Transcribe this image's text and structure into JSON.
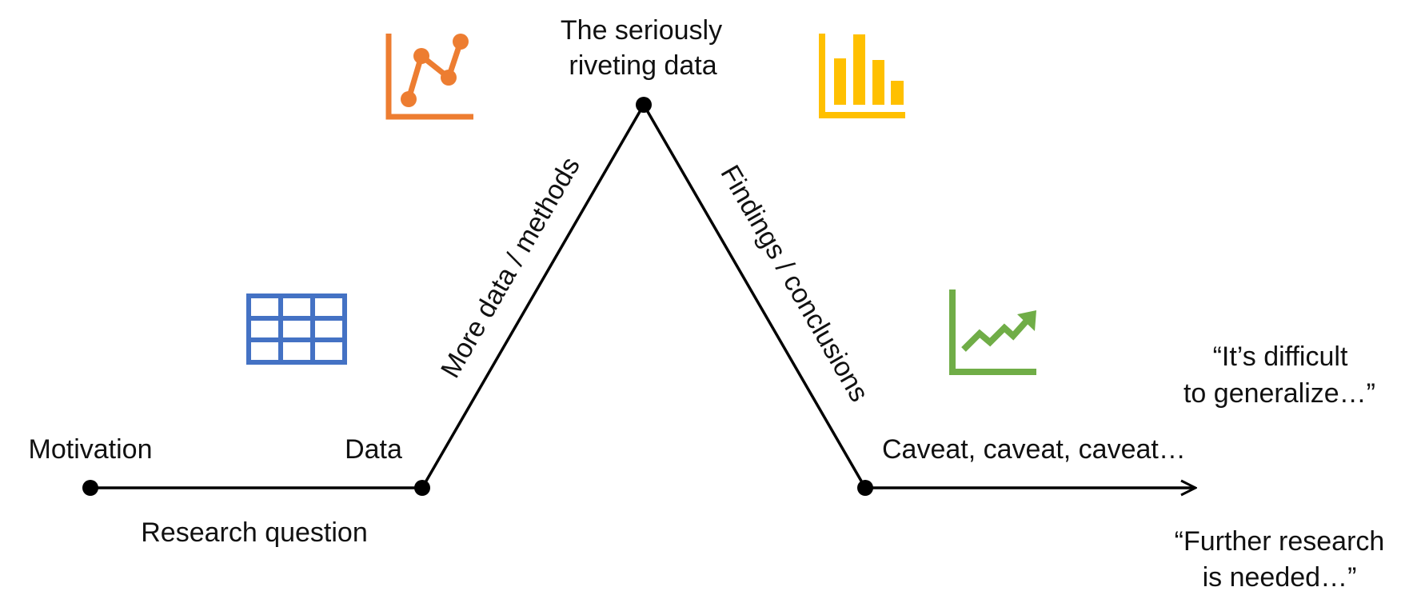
{
  "labels": {
    "motivation": "Motivation",
    "research_question": "Research question",
    "data": "Data",
    "more_data_methods": "More data / methods",
    "peak_line1": "The seriously",
    "peak_line2": "riveting data",
    "findings_conclusions": "Findings / conclusions",
    "caveat": "Caveat, caveat, caveat…",
    "difficult_line1": "“It’s difficult",
    "difficult_line2": "to generalize…”",
    "further_line1": "“Further research",
    "further_line2": "is needed…”"
  },
  "icons": {
    "table": {
      "name": "table-icon",
      "color": "#4472C4"
    },
    "line_chart": {
      "name": "line-chart-icon",
      "color": "#ED7D31"
    },
    "bar_chart": {
      "name": "bar-chart-icon",
      "color": "#FFC000"
    },
    "trend_chart": {
      "name": "trend-up-chart-icon",
      "color": "#70AD47"
    }
  },
  "colors": {
    "line": "#000000",
    "text": "#111111"
  }
}
